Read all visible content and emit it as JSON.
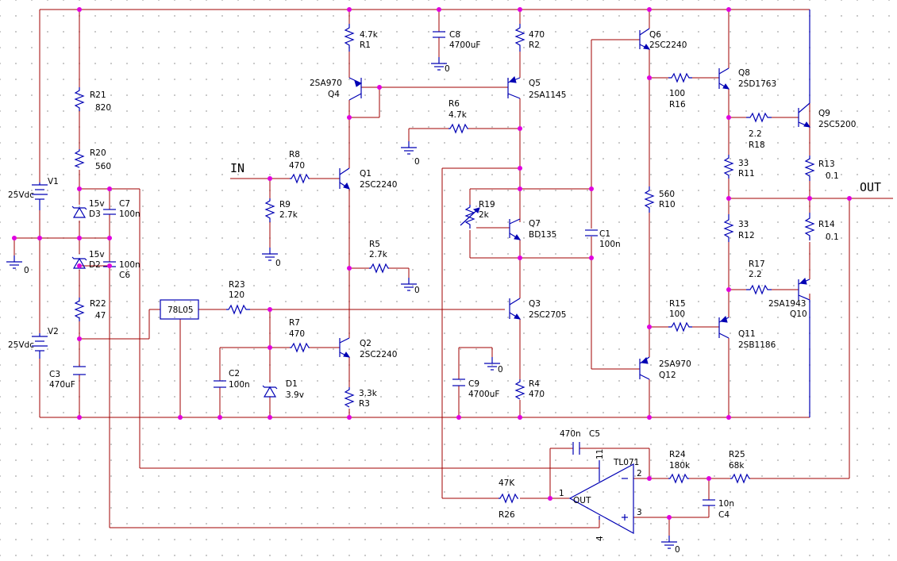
{
  "labels": {
    "v1": "V1",
    "v1_val": "25Vdc",
    "v2": "V2",
    "v2_val": "25Vdc",
    "r21": "R21",
    "r21_val": "820",
    "r20": "R20",
    "r20_val": "560",
    "r22": "R22",
    "r22_val": "47",
    "d3": "D3",
    "d3_val": "15v",
    "d2": "D2",
    "d2_val": "15v",
    "c7": "C7",
    "c7_val": "100n",
    "c6": "C6",
    "c6_val": "100n",
    "c3": "C3",
    "c3_val": "470uF",
    "r1": "R1",
    "r1_val": "4.7k",
    "c8": "C8",
    "c8_val": "4700uF",
    "r2": "R2",
    "r2_val": "470",
    "q4": "Q4",
    "q4_val": "2SA970",
    "q5": "Q5",
    "q5_val": "2SA1145",
    "r6": "R6",
    "r6_val": "4.7k",
    "in": "IN",
    "r8": "R8",
    "r8_val": "470",
    "q1": "Q1",
    "q1_val": "2SC2240",
    "r9": "R9",
    "r9_val": "2.7k",
    "r19": "R19",
    "r19_val": "2k",
    "q7": "Q7",
    "q7_val": "BD135",
    "c1": "C1",
    "c1_val": "100n",
    "r5": "R5",
    "r5_val": "2.7k",
    "reg": "78L05",
    "r23": "R23",
    "r23_val": "120",
    "q3": "Q3",
    "q3_val": "2SC2705",
    "r7": "R7",
    "r7_val": "470",
    "q2": "Q2",
    "q2_val": "2SC2240",
    "c2": "C2",
    "c2_val": "100n",
    "d1": "D1",
    "d1_val": "3.9v",
    "r3": "R3",
    "r3_val": "3.3k",
    "c9": "C9",
    "c9_val": "4700uF",
    "r4": "R4",
    "r4_val": "470",
    "q6": "Q6",
    "q6_val": "2SC2240",
    "q8": "Q8",
    "q8_val": "2SD1763",
    "r16": "R16",
    "r16_val": "100",
    "q9": "Q9",
    "q9_val": "2SC5200",
    "r18": "R18",
    "r18_val": "2.2",
    "r11": "R11",
    "r11_val": "33",
    "r13": "R13",
    "r13_val": "0.1",
    "r10": "R10",
    "r10_val": "560",
    "out": "OUT",
    "r12": "R12",
    "r12_val": "33",
    "r14": "R14",
    "r14_val": "0.1",
    "r17": "R17",
    "r17_val": "2.2",
    "q10": "Q10",
    "q10_val": "2SA1943",
    "r15": "R15",
    "r15_val": "100",
    "q11": "Q11",
    "q11_val": "2SB1186",
    "q12": "Q12",
    "q12_val": "2SA970",
    "c5": "C5",
    "c5_val": "470n",
    "u1_val": "TL071",
    "u1_out": "OUT",
    "pin1": "1",
    "pin2": "2",
    "pin3": "3",
    "pin4": "4",
    "pin11": "11",
    "r24": "R24",
    "r24_val": "180k",
    "r25": "R25",
    "r25_val": "68k",
    "r26": "R26",
    "r26_val": "47K",
    "c4": "C4",
    "c4_val": "10n",
    "gnd": "0"
  }
}
